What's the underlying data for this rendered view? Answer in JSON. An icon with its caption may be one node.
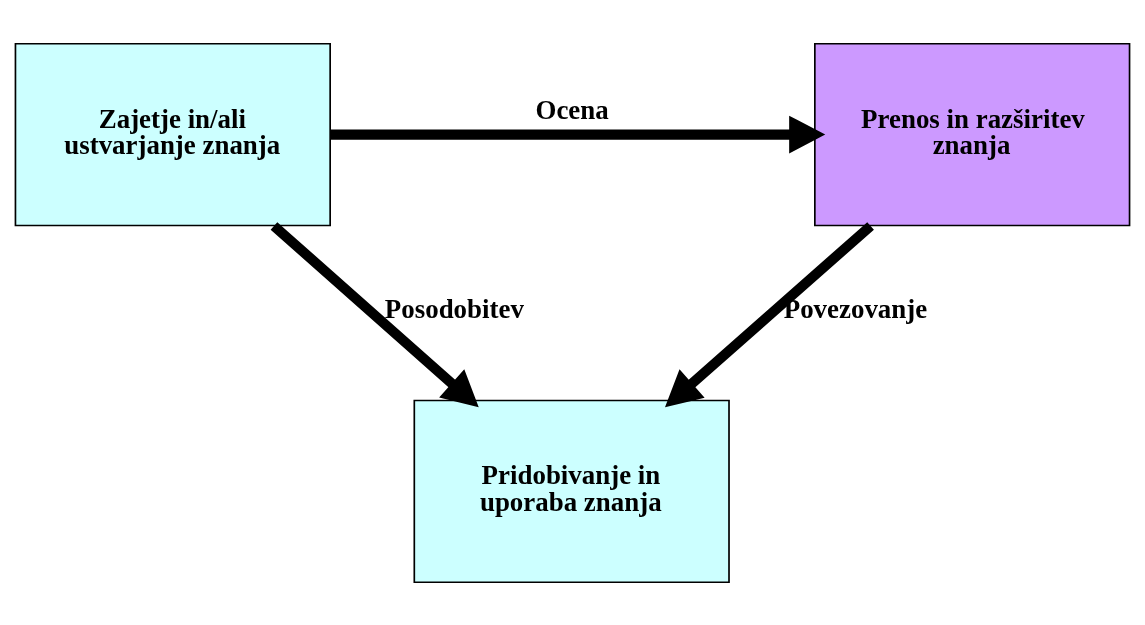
{
  "diagram": {
    "nodes": [
      {
        "text": [
          "Zajetje in/ali ustvarjanje znanja"
        ]
      },
      {
        "text": [
          "Prenos in razširitev znanja"
        ]
      },
      {
        "text": [
          "Pridobivanje in uporaba znanja"
        ]
      }
    ],
    "edges": [
      {
        "from": 0,
        "to": 1,
        "arrow": "to",
        "label": "Ocena"
      },
      {
        "from": 1,
        "to": 2,
        "arrow": "to",
        "label": "Povezovanje"
      },
      {
        "from": 0,
        "to": 2,
        "arrow": "to",
        "label": "Posodobitev"
      }
    ]
  }
}
